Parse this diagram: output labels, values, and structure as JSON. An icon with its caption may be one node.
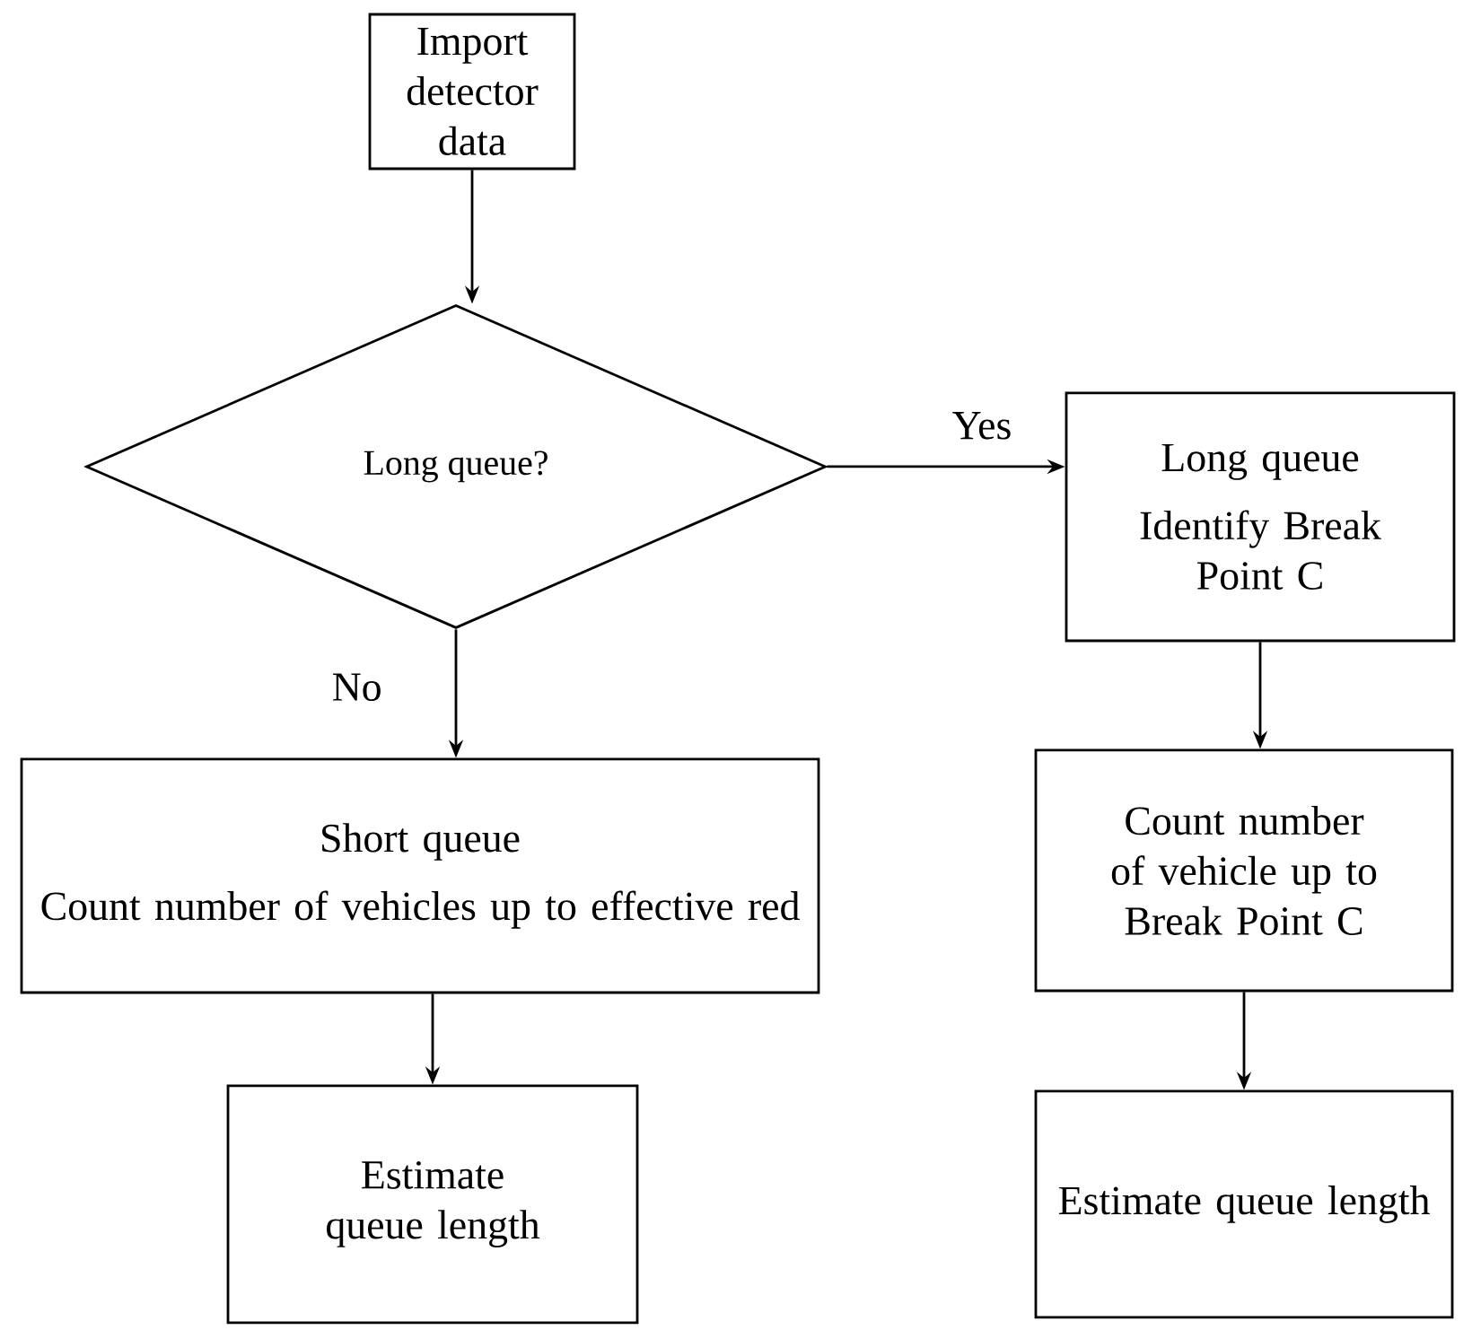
{
  "diagram": {
    "nodes": [
      {
        "text": [
          "Import detector data"
        ]
      },
      {
        "text": [
          "Long queue?"
        ]
      },
      {
        "text": [
          "Long queue",
          "Identify Break Point C"
        ]
      },
      {
        "text": [
          "Short queue",
          "Count number of vehicles up to effective red"
        ]
      },
      {
        "text": [
          "Estimate queue length"
        ]
      },
      {
        "text": [
          "Count number of vehicle up to Break Point C"
        ]
      },
      {
        "text": [
          "Estimate queue length"
        ]
      }
    ],
    "edges": [
      {
        "from": 0,
        "to": 1,
        "arrow": "to"
      },
      {
        "from": 1,
        "to": 2,
        "arrow": "to",
        "label": "Yes"
      },
      {
        "from": 1,
        "to": 3,
        "arrow": "to",
        "label": "No"
      },
      {
        "from": 3,
        "to": 4,
        "arrow": "to"
      },
      {
        "from": 2,
        "to": 5,
        "arrow": "to"
      },
      {
        "from": 5,
        "to": 6,
        "arrow": "to"
      }
    ]
  }
}
